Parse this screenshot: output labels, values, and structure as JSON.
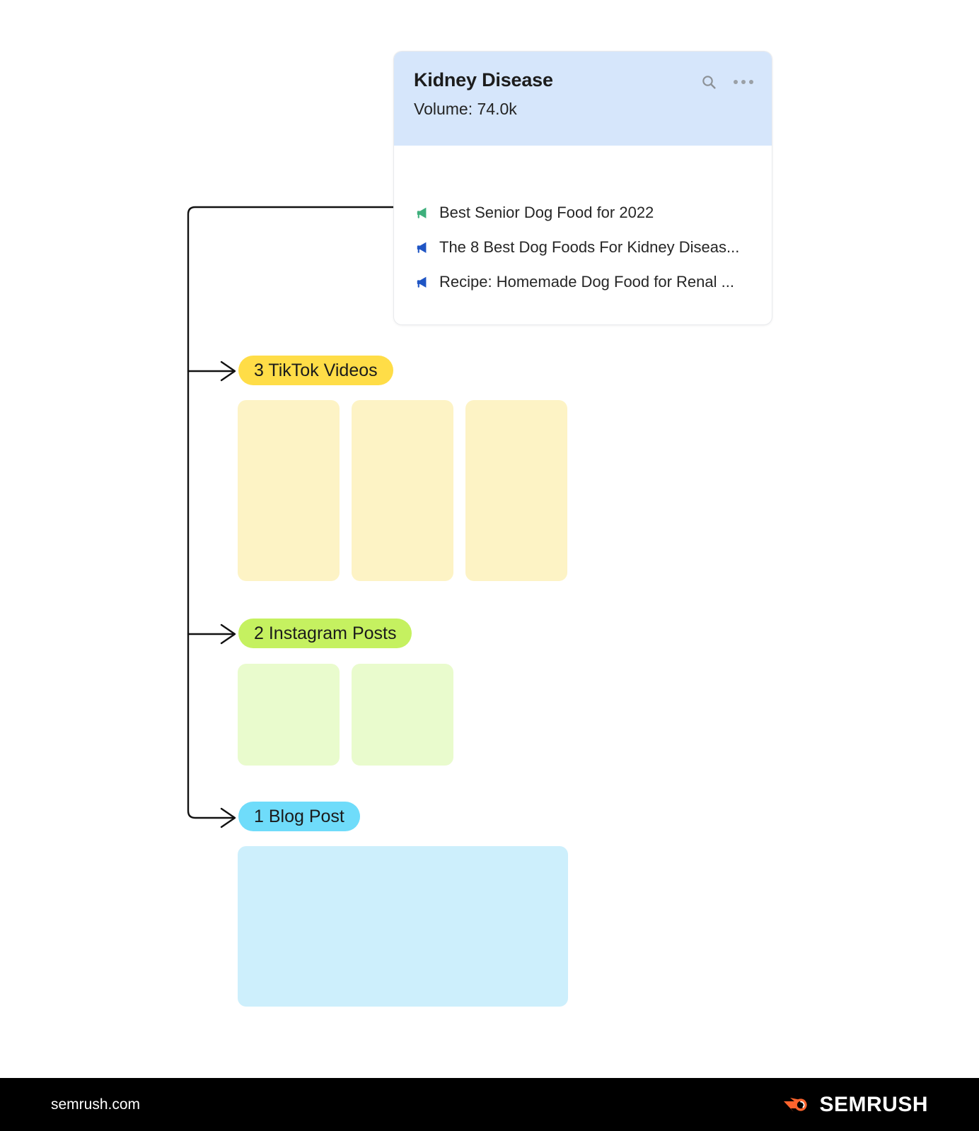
{
  "card": {
    "title": "Kidney Disease",
    "volume_label": "Volume:",
    "volume_value": "74.0k",
    "volume_line": "Volume:  74.0k",
    "search_icon": "search-icon",
    "menu_icon": "more-options-icon",
    "items": [
      {
        "text": "Best Senior Dog Food for 2022",
        "icon": "megaphone-icon",
        "color": "#3eaf7c"
      },
      {
        "text": "The 8 Best Dog Foods For Kidney Diseas...",
        "icon": "megaphone-icon",
        "color": "#1f55c4"
      },
      {
        "text": "Recipe: Homemade Dog Food for Renal ...",
        "icon": "megaphone-icon",
        "color": "#1f55c4"
      }
    ]
  },
  "groups": [
    {
      "label": "3 TikTok Videos",
      "color": "#ffdd47",
      "count": 3,
      "block_color": "#fdf3c5"
    },
    {
      "label": "2 Instagram Posts",
      "color": "#c5f160",
      "count": 2,
      "block_color": "#e9fbcd"
    },
    {
      "label": "1 Blog Post",
      "color": "#6fdcfa",
      "count": 1,
      "block_color": "#cdeffc"
    }
  ],
  "footer": {
    "url": "semrush.com",
    "brand": "SEMRUSH",
    "brand_color": "#ff642d",
    "background": "#000000"
  }
}
